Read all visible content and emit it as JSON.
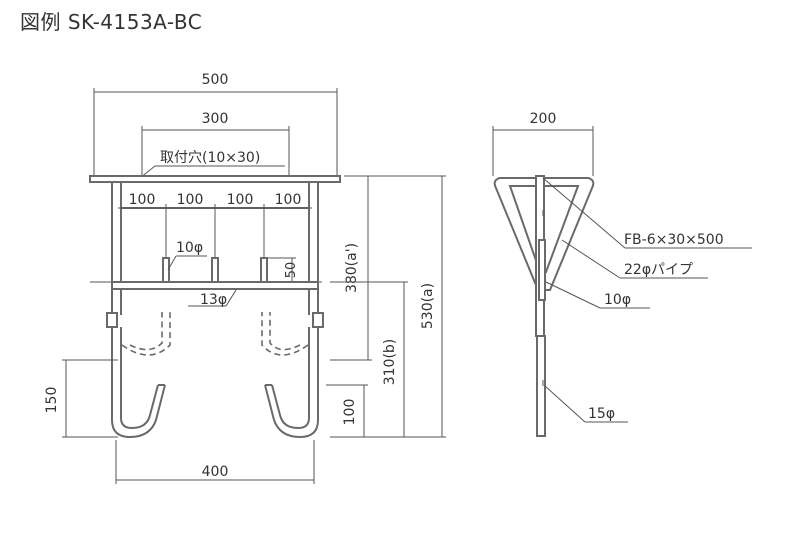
{
  "title": "図例 SK-4153A-BC",
  "front_view": {
    "dim_total_width": "500",
    "dim_mount_spacing": "300",
    "mount_hole_label": "取付穴(10×30)",
    "dim_spacing_1": "100",
    "dim_spacing_2": "100",
    "dim_spacing_3": "100",
    "dim_spacing_4": "100",
    "rod_label": "10φ",
    "dim_small": "50",
    "crossbar_label": "13φ",
    "dim_height_a_prime": "380(a')",
    "dim_height_b": "310(b)",
    "dim_height_a": "530(a)",
    "dim_hook_height": "150",
    "dim_hook_bottom": "100",
    "dim_hook_spacing": "400"
  },
  "side_view": {
    "dim_depth": "200",
    "flat_bar_label": "FB-6×30×500",
    "pipe_label": "22φパイプ",
    "rod_label": "10φ",
    "hook_rod_label": "15φ"
  }
}
